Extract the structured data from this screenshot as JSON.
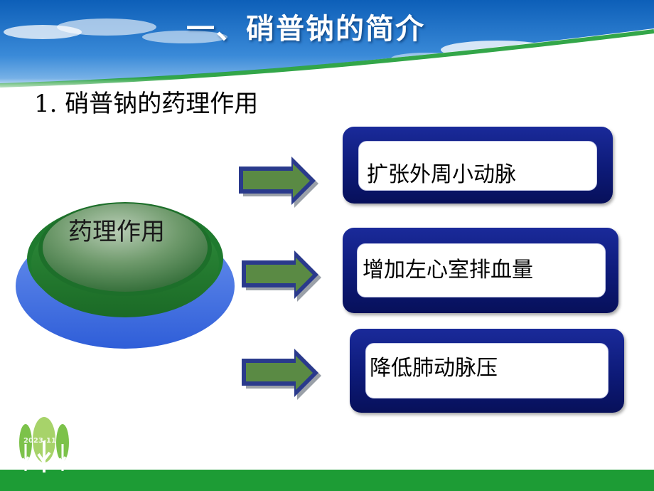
{
  "title": "一、硝普钠的简介",
  "subtitle": "1.  硝普钠的药理作用",
  "center_label": "药理作用",
  "effects": [
    {
      "label": "扩张外周小动脉"
    },
    {
      "label": "增加左心室排血量"
    },
    {
      "label": "降低肺动脉压"
    }
  ],
  "footer": {
    "date": "2023-11"
  },
  "colors": {
    "sky": "#1e6fc4",
    "disc_green": "#2d8a3c",
    "disc_blue": "#3f6fe0",
    "box_navy": "#0d1a78",
    "arrow_green": "#4d7a3a",
    "footer_green": "#1d9c35"
  }
}
